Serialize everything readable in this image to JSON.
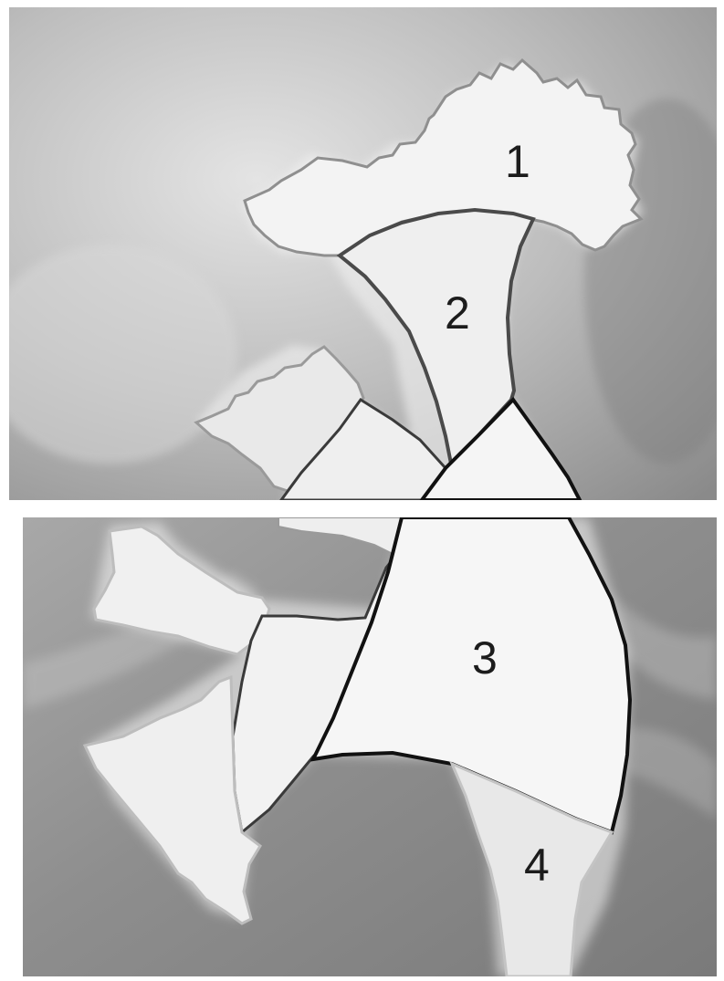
{
  "figure": {
    "panels": [
      {
        "id": "top",
        "regions": [
          {
            "label": "1"
          },
          {
            "label": "2"
          }
        ]
      },
      {
        "id": "bottom",
        "regions": [
          {
            "label": "3"
          },
          {
            "label": "4"
          }
        ]
      }
    ]
  }
}
